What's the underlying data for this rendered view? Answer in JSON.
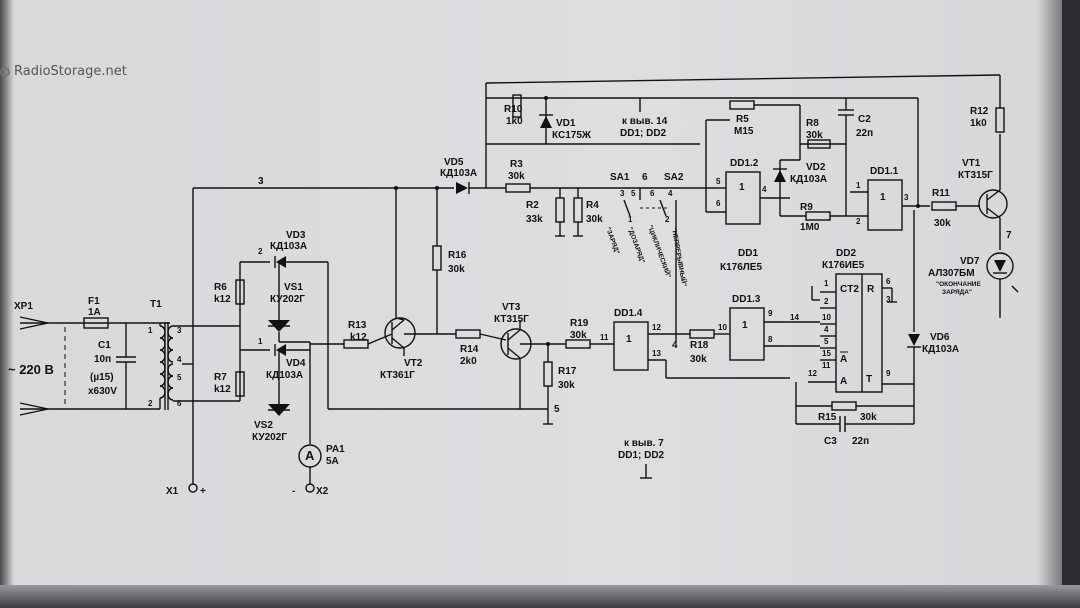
{
  "watermark": "RadioStorage.net",
  "mains": {
    "connector": "XP1",
    "voltage": "~ 220 В"
  },
  "fuse": {
    "ref": "F1",
    "value": "1A"
  },
  "cap_c1": {
    "ref": "C1",
    "l1": "10п",
    "l2": "(µ15)",
    "l3": "x630V"
  },
  "transformer": {
    "ref": "T1",
    "pins": [
      "1",
      "2",
      "3",
      "4",
      "5",
      "6"
    ]
  },
  "rect_top": {
    "vd3": "VD3",
    "vd3v": "КД103А",
    "vs1": "VS1",
    "vs1v": "КУ202Г",
    "r6": "R6",
    "r6v": "k12"
  },
  "rect_bot": {
    "vd4": "VD4",
    "vd4v": "КД103А",
    "vs2": "VS2",
    "vs2v": "КУ202Г",
    "r7": "R7",
    "r7v": "k12"
  },
  "nodes": {
    "n1": "1",
    "n2": "2",
    "n3": "3",
    "n4": "4",
    "n5": "5",
    "n6": "6",
    "n7": "7"
  },
  "outputs": {
    "x1": "X1",
    "x1pol": "+",
    "x2": "X2",
    "x2pol": "-"
  },
  "ammeter": {
    "sym": "A",
    "ref": "PA1",
    "val": "5A"
  },
  "r13": {
    "ref": "R13",
    "val": "k12"
  },
  "vt2": {
    "ref": "VT2",
    "val": "КТ361Г"
  },
  "r16": {
    "ref": "R16",
    "val": "30k"
  },
  "vd5": {
    "ref": "VD5",
    "val": "КД103А"
  },
  "r14": {
    "ref": "R14",
    "val": "2k0"
  },
  "vt3": {
    "ref": "VT3",
    "val": "КТ315Г"
  },
  "r19": {
    "ref": "R19",
    "val": "30k"
  },
  "r17": {
    "ref": "R17",
    "val": "30k"
  },
  "r10": {
    "ref": "R10",
    "val": "1k0"
  },
  "vd1": {
    "ref": "VD1",
    "val": "КС175Ж"
  },
  "note14": {
    "l1": "к выв. 14",
    "l2": "DD1; DD2"
  },
  "r3": {
    "ref": "R3",
    "val": "30k"
  },
  "r2": {
    "ref": "R2",
    "val": "33k"
  },
  "r4": {
    "ref": "R4",
    "val": "30k"
  },
  "sa": {
    "sa1": "SA1",
    "sa2": "SA2",
    "p3": "3",
    "p5": "5",
    "p6": "6",
    "p4": "4",
    "p1": "1",
    "p2": "2",
    "m1": "\"ЗАРЯД\"",
    "m2": "\"ДОЗАРЯД\"",
    "m3": "\"ЦИКЛИЧЕСКИЙ\"",
    "m4": "\"НЕПРЕРЫВНЫЙ\""
  },
  "r5": {
    "ref": "R5",
    "val": "М15"
  },
  "c2": {
    "ref": "C2",
    "val": "22п"
  },
  "r8": {
    "ref": "R8",
    "val": "30k"
  },
  "vd2": {
    "ref": "VD2",
    "val": "КД103А"
  },
  "r9": {
    "ref": "R9",
    "val": "1М0"
  },
  "dd12": {
    "ref": "DD1.2",
    "sym": "1",
    "p5": "5",
    "p6": "6",
    "p4": "4"
  },
  "dd11": {
    "ref": "DD1.1",
    "sym": "1",
    "p1": "1",
    "p2": "2",
    "p3": "3"
  },
  "dd1": {
    "ref": "DD1",
    "val": "К176ЛЕ5"
  },
  "dd2": {
    "ref": "DD2",
    "val": "К176ИЕ5"
  },
  "dd14": {
    "ref": "DD1.4",
    "sym": "1",
    "p11": "11",
    "p12": "12",
    "p13": "13"
  },
  "r18": {
    "ref": "R18",
    "val": "30k",
    "p10": "10"
  },
  "dd13": {
    "ref": "DD1.3",
    "sym": "1",
    "p9": "9",
    "p8": "8"
  },
  "ct2": {
    "title": "CT2",
    "r": "R",
    "a": "A",
    "abar": "A",
    "t": "T",
    "pins_l": [
      "1",
      "2",
      "10",
      "4",
      "5",
      "15",
      "11",
      "12"
    ],
    "pins_r": [
      "6",
      "3",
      "9"
    ],
    "p14": "14"
  },
  "r11": {
    "ref": "R11",
    "val": "30k"
  },
  "vt1": {
    "ref": "VT1",
    "val": "КТ315Г"
  },
  "r12": {
    "ref": "R12",
    "val": "1k0"
  },
  "vd7": {
    "ref": "VD7",
    "val": "АЛ307БМ",
    "m1": "\"ОКОНЧАНИЕ",
    "m2": "ЗАРЯДА\""
  },
  "vd6": {
    "ref": "VD6",
    "val": "КД103А"
  },
  "r15": {
    "ref": "R15",
    "val": "30k"
  },
  "c3": {
    "ref": "C3",
    "val": "22п"
  },
  "note7": {
    "l1": "к выв. 7",
    "l2": "DD1; DD2"
  }
}
